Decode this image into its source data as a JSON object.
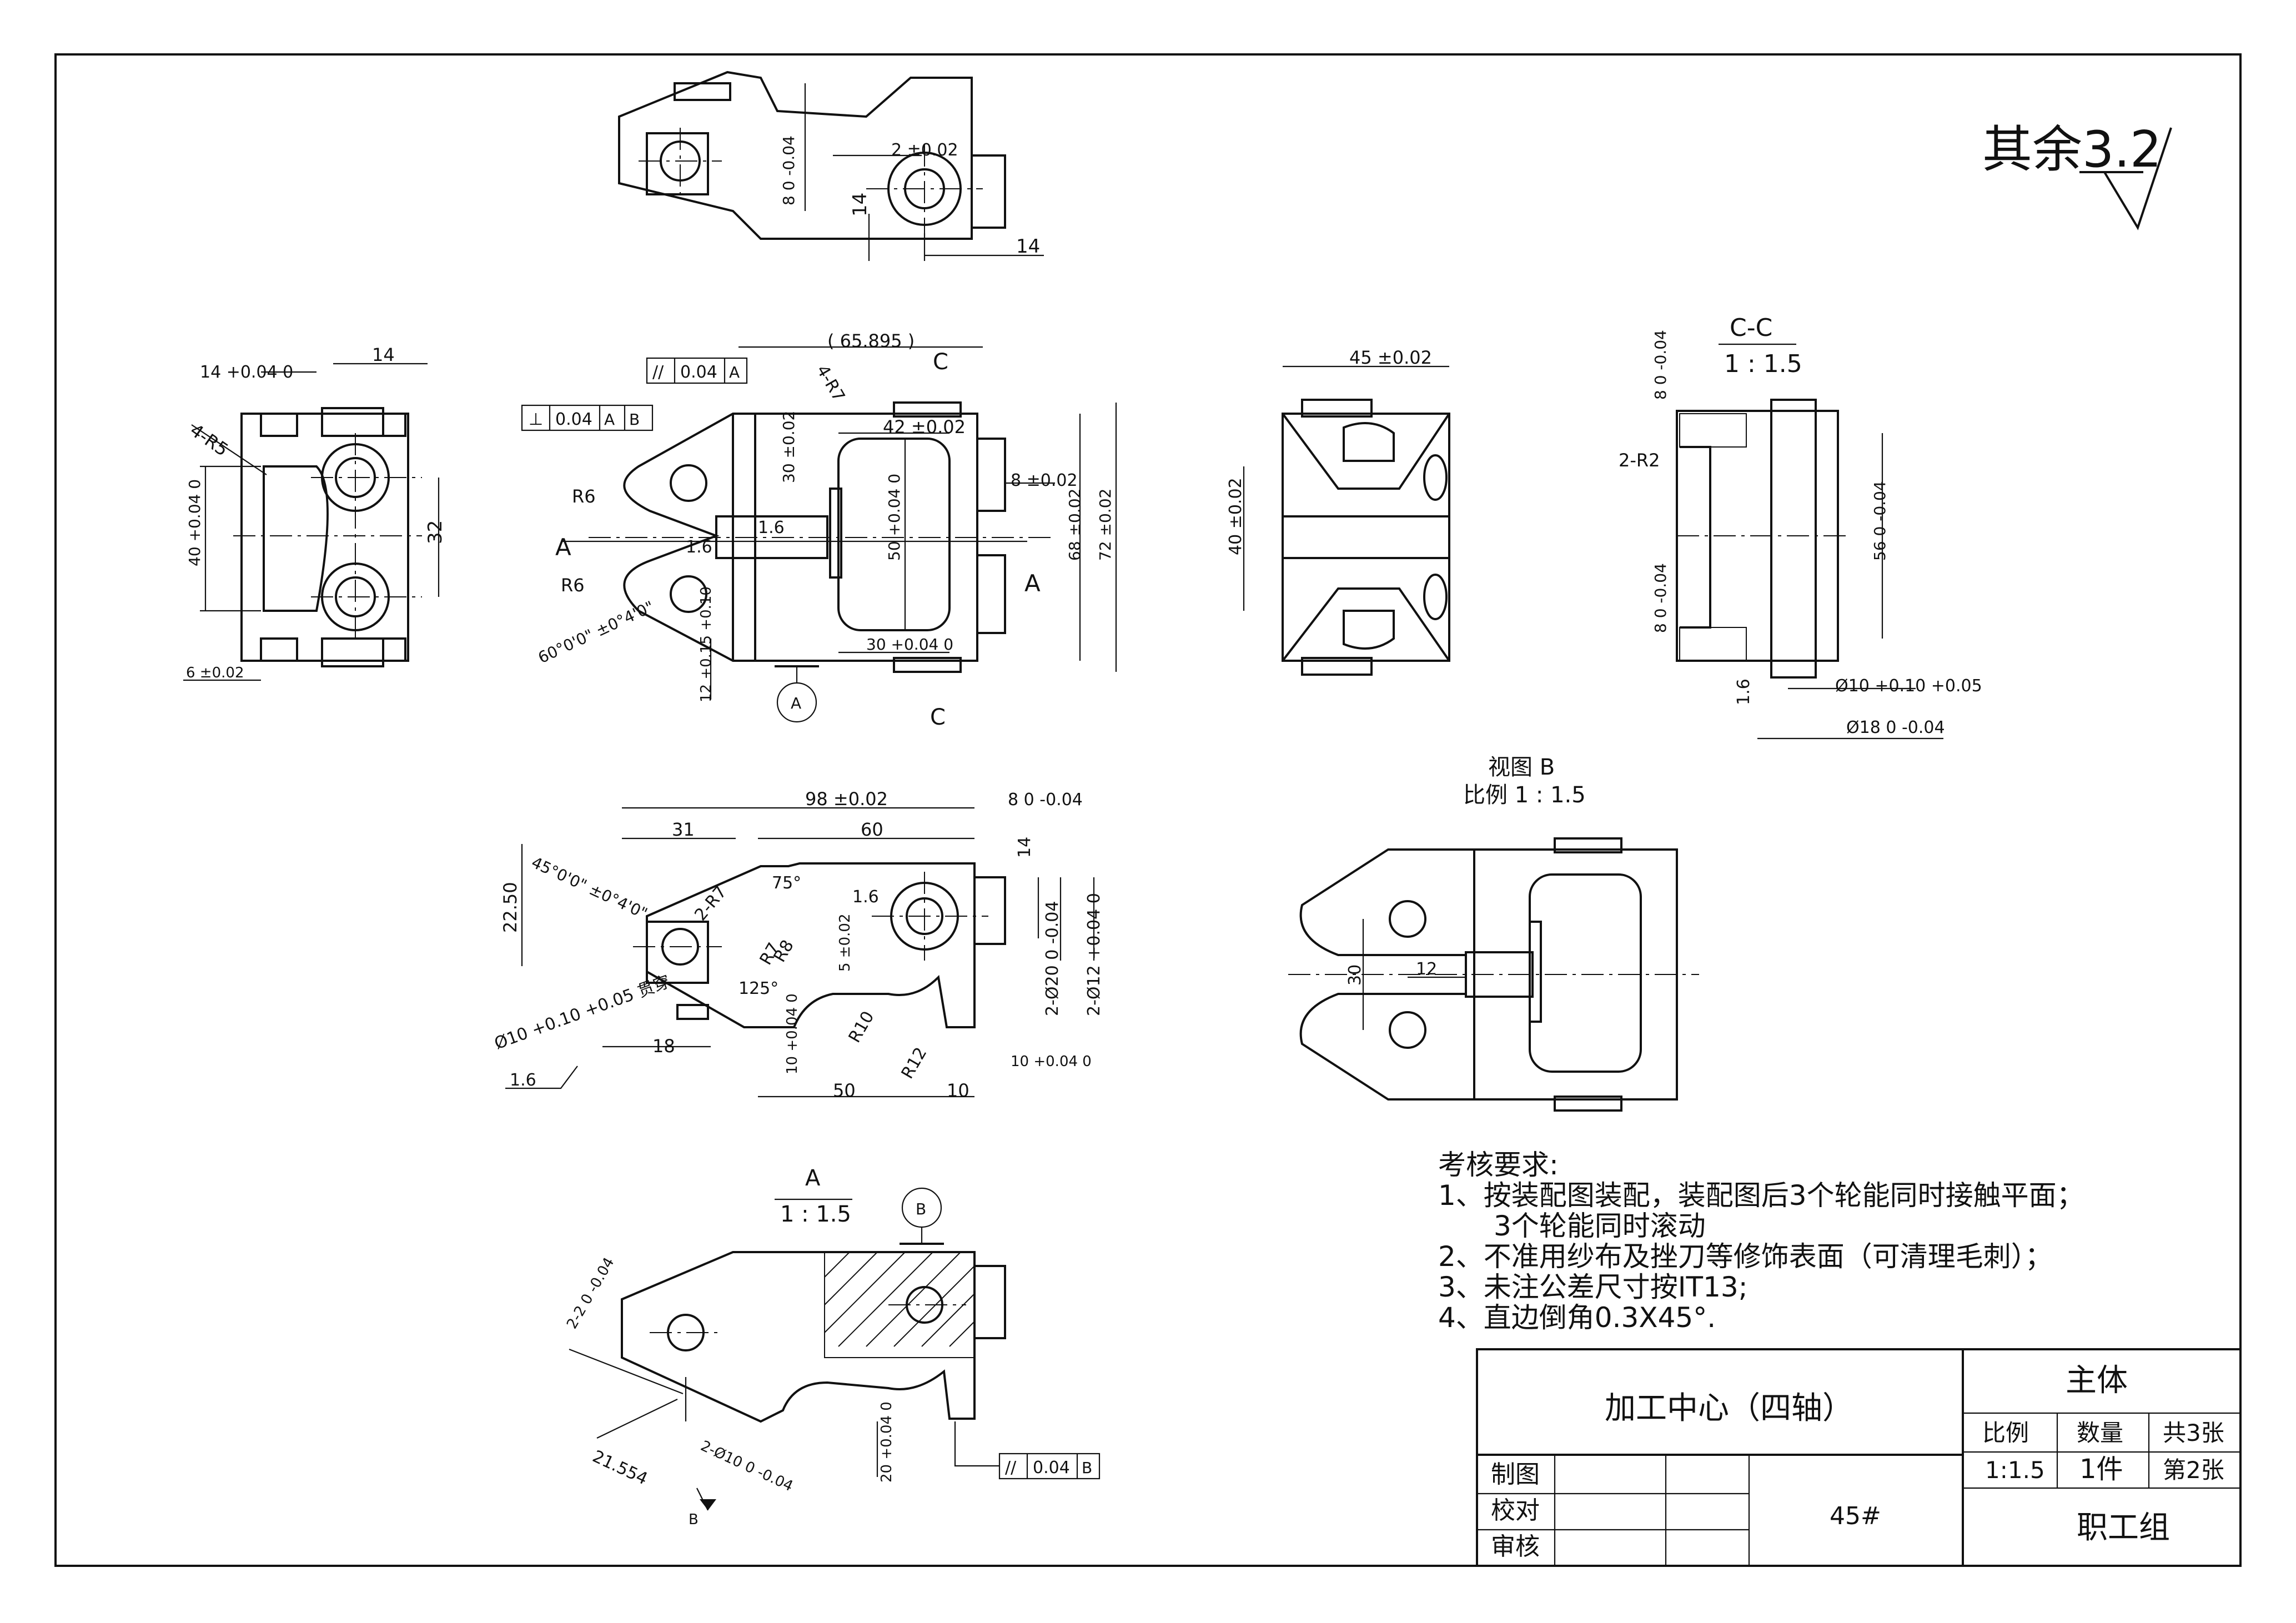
{
  "roughness": {
    "label": "其余3.2"
  },
  "views": {
    "section_cc": {
      "label": "C-C",
      "scale": "1 : 1.5"
    },
    "view_b": {
      "label": "视图 B",
      "scale": "比例 1 : 1.5"
    },
    "view_a": {
      "label": "A",
      "scale": "1 : 1.5"
    }
  },
  "dimensions": {
    "top_view": [
      "2 ±0.02",
      "8 0 -0.04",
      "14",
      "14"
    ],
    "left_view": [
      "14 +0.04 0",
      "14",
      "4-R5",
      "40 +0.04 0",
      "32",
      "6 ±0.02"
    ],
    "front_view": [
      "( 65.895 )",
      "C",
      "4-R7",
      "42 ±0.02",
      "30 ±0.02",
      "8 ±0.02",
      "R6",
      "1.6",
      "1.6",
      "A",
      "A",
      "R6",
      "50 +0.04 0",
      "68 ±0.02",
      "72 ±0.02",
      "30 +0.04 0",
      "60°0'0\" ±0°4'0\"",
      "12 +0.15 +0.10",
      "C"
    ],
    "right_view": [
      "45 ±0.02",
      "40 ±0.02"
    ],
    "section_cc": [
      "8 0 -0.04",
      "2-R2",
      "56 0 -0.04",
      "8 0 -0.04",
      "1.6",
      "Ø10 +0.10 +0.05",
      "Ø18 0 -0.04"
    ],
    "bottom_view": [
      "98 ±0.02",
      "8 0 -0.04",
      "31",
      "60",
      "45°0'0\" ±0°4'0\"",
      "22.50",
      "2-R7",
      "75°",
      "1.6",
      "14",
      "R8",
      "R7",
      "5 ±0.02",
      "2-Ø20 0 -0.04",
      "2-Ø12 +0.04 0",
      "Ø10 +0.10 +0.05 贯穿",
      "125°",
      "18",
      "R10",
      "R12",
      "10 +0.04 0",
      "10 +0.04 0",
      "50",
      "10",
      "1.6"
    ],
    "view_b": [
      "30",
      "12"
    ],
    "view_a": [
      "2-2 0 -0.04",
      "21.554",
      "2-Ø10 0 -0.04",
      "20 +0.04 0",
      "B"
    ]
  },
  "tolerance_frames": {
    "parallel_a": [
      "//",
      "0.04",
      "A"
    ],
    "perpendicular_ab": [
      "⊥",
      "0.04",
      "A",
      "B"
    ],
    "parallel_b": [
      "//",
      "0.04",
      "B"
    ]
  },
  "datums": {
    "a": "A",
    "b": "B"
  },
  "requirements": {
    "title": "考核要求:",
    "lines": [
      "1、按装配图装配，装配图后3个轮能同时接触平面；",
      "3个轮能同时滚动",
      "2、不准用纱布及挫刀等修饰表面（可清理毛刺）；",
      "3、未注公差尺寸按IT13;",
      "4、直边倒角0.3X45°."
    ]
  },
  "title_block": {
    "process": "加工中心（四轴）",
    "part_name": "主体",
    "scale_label": "比例",
    "scale_value": "1:1.5",
    "quantity_label": "数量",
    "quantity_value": "1件",
    "total_sheets": "共3张",
    "sheet_no": "第2张",
    "drawn_by": "制图",
    "checked_by": "校对",
    "approved_by": "审核",
    "material": "45#",
    "organization": "职工组"
  }
}
